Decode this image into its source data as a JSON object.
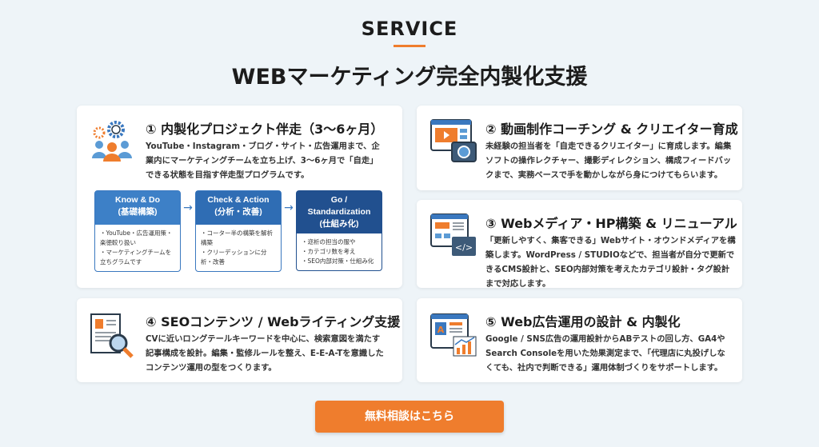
{
  "header": {
    "section": "SERVICE",
    "title": "WEBマーケティング完全内製化支援"
  },
  "services": [
    {
      "title": "① 内製化プロジェクト伴走（3〜6ヶ月）",
      "desc": "YouTube・Instagram・ブログ・サイト・広告運用まで、企業内にマーケティングチームを立ち上げ、3〜6ヶ月で「自走」できる状態を目指す伴走型プログラムです。",
      "icon": "team-gears-icon",
      "steps": [
        {
          "title": "Know & Do",
          "sub": "(基礎構築)",
          "items": [
            "・YouTube・広告運用策・楽徳較り扱い",
            "・マーケティングチームを立ちグラムです"
          ]
        },
        {
          "title": "Check & Action",
          "sub": "(分析・改善)",
          "items": [
            "・コーター半の構築を解析構築",
            "・クリーデッションに分析・改善"
          ]
        },
        {
          "title": "Go / Standardization",
          "sub": "(仕組み化)",
          "items": [
            "・迩析の担当の服や",
            "・カテゴリ数を考え",
            "・SEO内部対策・仕組み化"
          ]
        }
      ]
    },
    {
      "title": "② 動画制作コーチング & クリエイター育成",
      "desc": "未経験の担当者を「自走できるクリエイター」に育成します。編集ソフトの操作レクチャー、撮影ディレクション、構成フィードバックまで、実務ベースで手を動かしながら身につけてもらいます。",
      "icon": "video-camera-icon"
    },
    {
      "title": "③ Webメディア・HP構築 & リニューアル",
      "desc": "「更新しやすく、集客できる」Webサイト・オウンドメディアを構築します。WordPress / STUDIOなどで、担当者が自分で更新できるCMS設計と、SEO内部対策を考えたカテゴリ設計・タグ設計まで対応します。",
      "icon": "web-code-icon"
    },
    {
      "title": "④ SEOコンテンツ / Webライティング支援",
      "desc": "CVに近いロングテールキーワードを中心に、検索意図を満たす記事構成を設計。編集・監修ルールを整え、E-E-A-Tを意識したコンテンツ運用の型をつくります。",
      "icon": "document-search-icon"
    },
    {
      "title": "⑤ Web広告運用の設計 & 内製化",
      "desc": "Google / SNS広告の運用設計からABテストの回し方、GA4やSearch Consoleを用いた効果測定まで、「代理店に丸投げしなくても、社内で判断できる」運用体制づくりをサポートします。",
      "icon": "ads-analytics-icon"
    }
  ],
  "cta": {
    "label": "無料相談はこちら"
  },
  "colors": {
    "accent": "#ef7d2d",
    "blue": "#3a78bf",
    "navy": "#21508f",
    "background": "#eef4f8"
  }
}
